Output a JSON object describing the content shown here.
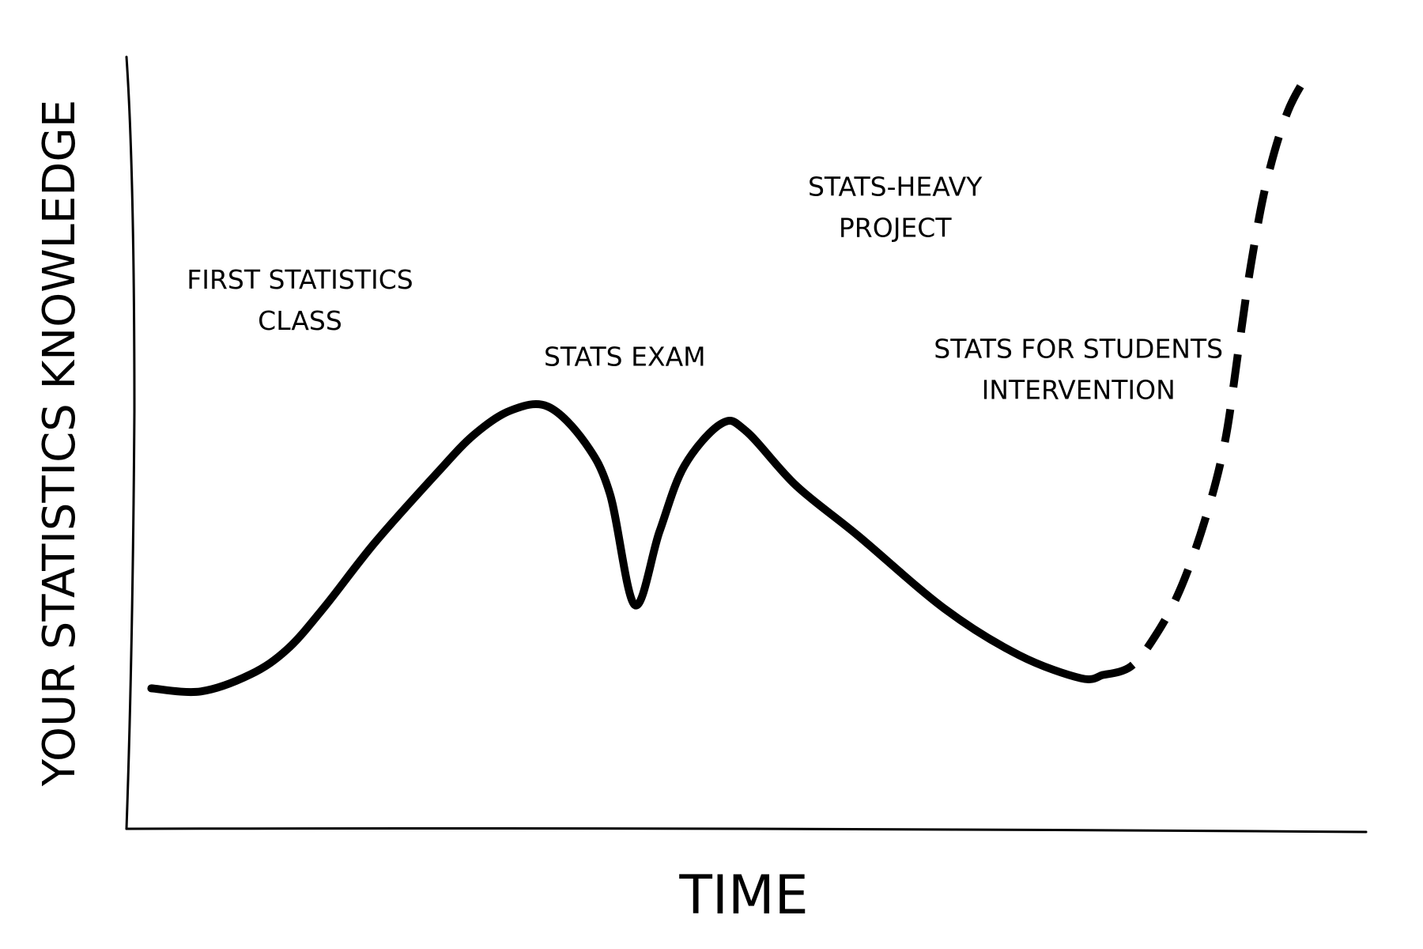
{
  "chart_data": {
    "type": "line",
    "title": "",
    "xlabel": "TIME",
    "ylabel": "YOUR STATISTICS KNOWLEDGE",
    "xlim": [
      0,
      100
    ],
    "ylim": [
      0,
      100
    ],
    "grid": false,
    "legend": "none",
    "series": [
      {
        "style": "solid",
        "points": [
          {
            "x": 2,
            "y": 18.2
          },
          {
            "x": 6,
            "y": 17.8
          },
          {
            "x": 10,
            "y": 20.0
          },
          {
            "x": 13,
            "y": 23.3
          },
          {
            "x": 16,
            "y": 28.8
          },
          {
            "x": 20,
            "y": 37.0
          },
          {
            "x": 25,
            "y": 46.0
          },
          {
            "x": 28,
            "y": 51.0
          },
          {
            "x": 31,
            "y": 54.2
          },
          {
            "x": 34,
            "y": 54.7
          },
          {
            "x": 37,
            "y": 50.0
          },
          {
            "x": 39,
            "y": 43.4
          },
          {
            "x": 41,
            "y": 29.0
          },
          {
            "x": 43,
            "y": 38.5
          },
          {
            "x": 45,
            "y": 47.0
          },
          {
            "x": 48,
            "y": 52.5
          },
          {
            "x": 50,
            "y": 51.5
          },
          {
            "x": 54,
            "y": 44.5
          },
          {
            "x": 59,
            "y": 38.0
          },
          {
            "x": 66,
            "y": 28.5
          },
          {
            "x": 72,
            "y": 22.5
          },
          {
            "x": 77,
            "y": 19.5
          },
          {
            "x": 78.7,
            "y": 19.9
          }
        ]
      },
      {
        "style": "dashed",
        "points": [
          {
            "x": 78.7,
            "y": 19.9
          },
          {
            "x": 81,
            "y": 21.0
          },
          {
            "x": 83,
            "y": 25.0
          },
          {
            "x": 85,
            "y": 31.0
          },
          {
            "x": 87,
            "y": 40.0
          },
          {
            "x": 88.6,
            "y": 50.0
          },
          {
            "x": 89.7,
            "y": 62.0
          },
          {
            "x": 90.7,
            "y": 73.0
          },
          {
            "x": 92,
            "y": 84.0
          },
          {
            "x": 93.7,
            "y": 93.0
          },
          {
            "x": 95.6,
            "y": 98.5
          }
        ]
      }
    ],
    "annotations": [
      {
        "id": "first-class",
        "lines": [
          "FIRST STATISTICS",
          "CLASS"
        ],
        "x": 14,
        "y": 70
      },
      {
        "id": "stats-exam",
        "lines": [
          "STATS EXAM"
        ],
        "x": 40.2,
        "y": 60
      },
      {
        "id": "stats-heavy",
        "lines": [
          "STATS-HEAVY",
          "PROJECT"
        ],
        "x": 62,
        "y": 82
      },
      {
        "id": "intervention",
        "lines": [
          "STATS FOR STUDENTS",
          "INTERVENTION"
        ],
        "x": 76.8,
        "y": 61
      }
    ]
  }
}
